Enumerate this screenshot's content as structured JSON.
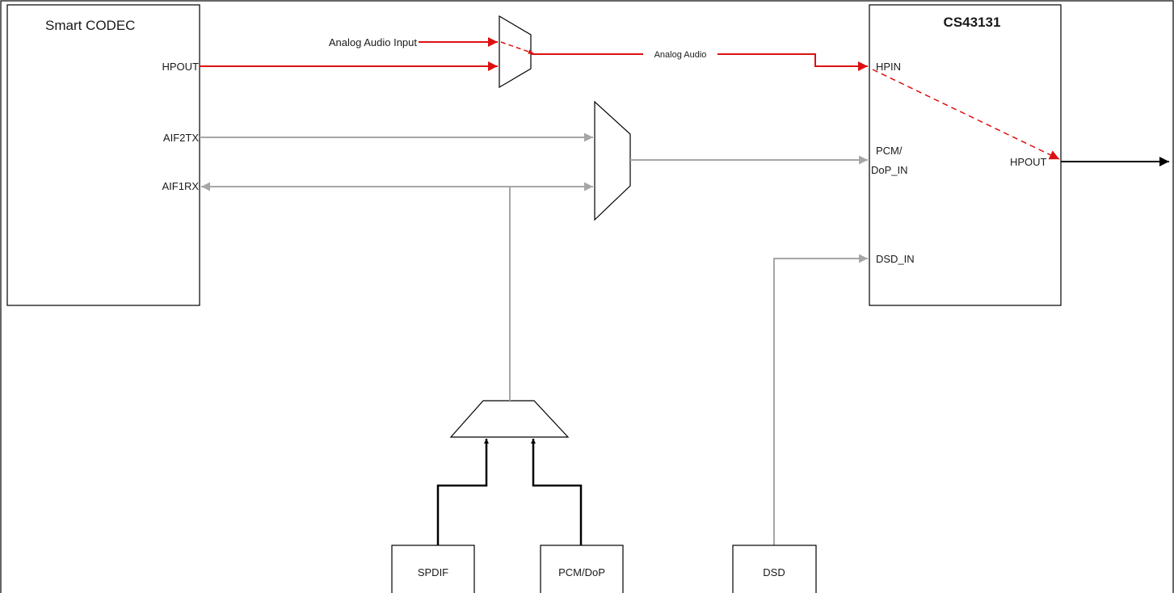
{
  "colors": {
    "analog": "#dd1111",
    "digital": "#a6a6a6",
    "control": "#000000",
    "block": "#000000"
  },
  "smart_codec": {
    "title": "Smart CODEC",
    "pins": {
      "hpout": "HPOUT",
      "aif2tx": "AIF2TX",
      "aif1rx": "AIF1RX"
    }
  },
  "cs43131": {
    "title": "CS43131",
    "pins": {
      "hpin": "HPIN",
      "pcm_line1": "PCM/",
      "pcm_line2": "DoP_IN",
      "dsd_in": "DSD_IN",
      "hpout": "HPOUT"
    }
  },
  "signals": {
    "analog_input": "Analog Audio Input",
    "analog_audio": "Analog  Audio"
  },
  "sources": {
    "spdif": "SPDIF",
    "pcm_dop": "PCM/DoP",
    "dsd": "DSD"
  }
}
